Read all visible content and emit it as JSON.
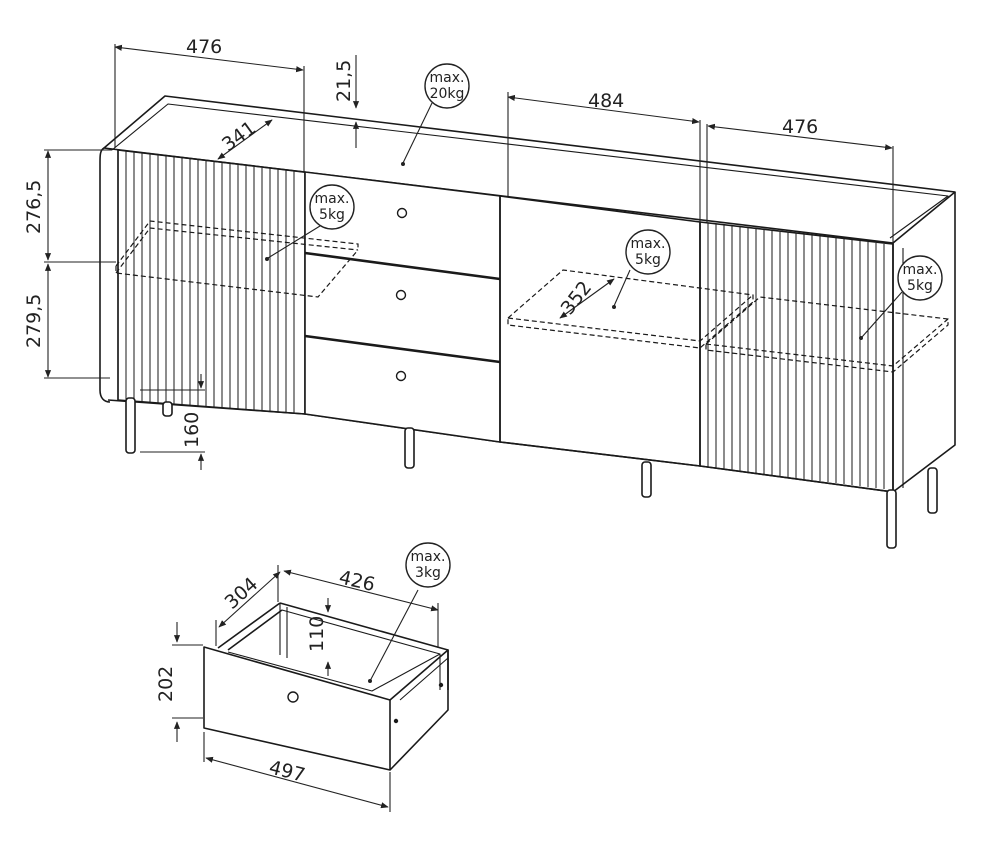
{
  "sideboard": {
    "dimensions": {
      "left_door_width": "476",
      "top_thickness": "21,5",
      "middle_door_width": "484",
      "right_door_width": "476",
      "shelf_depth_left": "341",
      "shelf_depth_middle": "352",
      "upper_compartment_height": "276,5",
      "lower_compartment_height": "279,5",
      "leg_height": "160"
    },
    "load_limits": {
      "top": [
        "max.",
        "20kg"
      ],
      "left_shelf": [
        "max.",
        "5kg"
      ],
      "middle_shelf": [
        "max.",
        "5kg"
      ],
      "right_shelf": [
        "max.",
        "5kg"
      ]
    }
  },
  "drawer": {
    "dimensions": {
      "depth": "304",
      "inner_width": "426",
      "side_height": "110",
      "front_height": "202",
      "front_width": "497"
    },
    "load_limit": [
      "max.",
      "3kg"
    ]
  }
}
